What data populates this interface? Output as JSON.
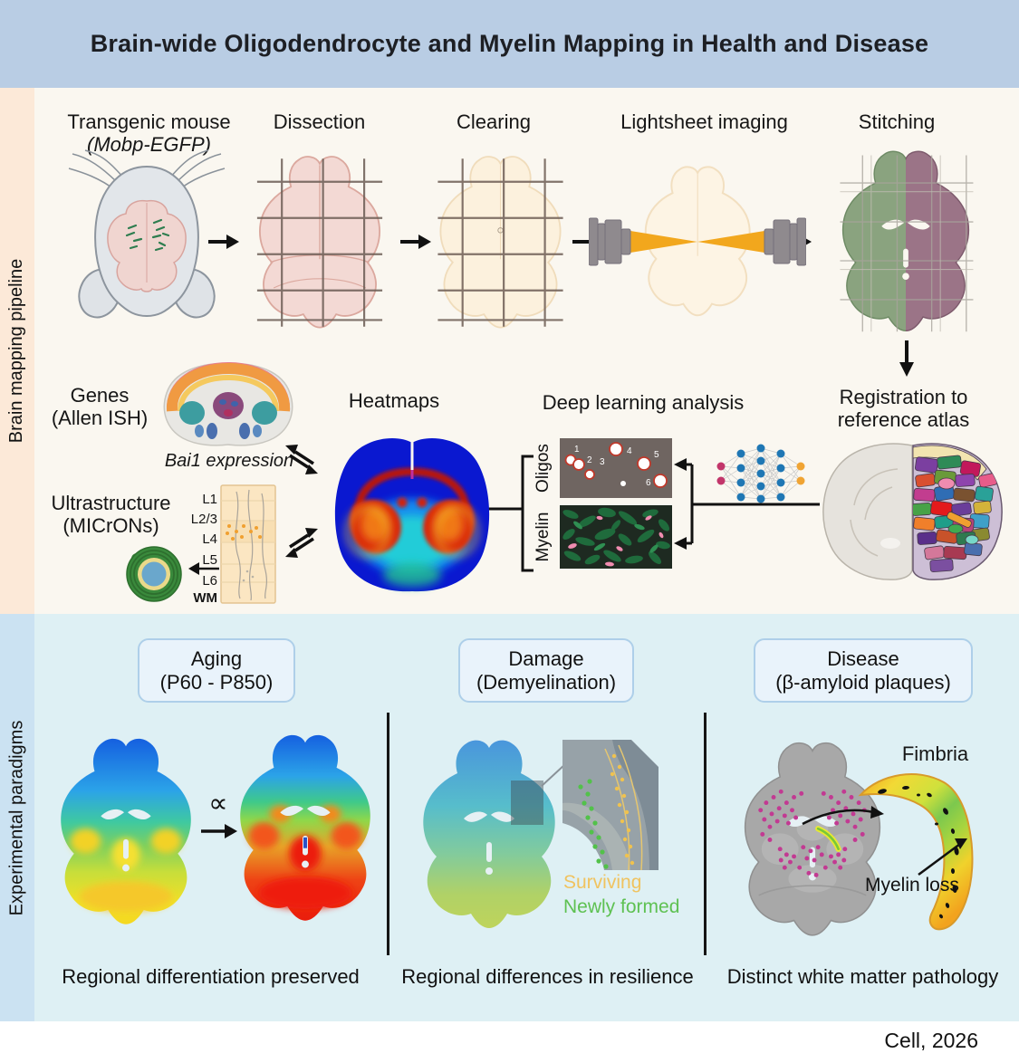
{
  "title": "Brain-wide Oligodendrocyte and Myelin Mapping in Health and Disease",
  "pipeline": {
    "sidebar_label": "Brain mapping pipeline",
    "step1_line1": "Transgenic mouse",
    "step1_line2": "(Mobp-EGFP)",
    "step2": "Dissection",
    "step3": "Clearing",
    "step4": "Lightsheet imaging",
    "step5": "Stitching",
    "registration_line1": "Registration to",
    "registration_line2": "reference atlas",
    "deep_learning_label": "Deep learning analysis",
    "oligos_label": "Oligos",
    "myelin_label": "Myelin",
    "oligo_numbers": [
      "1",
      "2",
      "3",
      "4",
      "5",
      "6"
    ],
    "heatmaps_label": "Heatmaps",
    "genes_line1": "Genes",
    "genes_line2": "(Allen ISH)",
    "gene_caption": "Bai1 expression",
    "ultra_line1": "Ultrastructure",
    "ultra_line2": "(MICrONs)",
    "layers": [
      "L1",
      "L2/3",
      "L4",
      "L5",
      "L6",
      "WM"
    ]
  },
  "paradigms": {
    "sidebar_label": "Experimental paradigms",
    "aging": {
      "header1": "Aging",
      "header2": "(P60 - P850)",
      "symbol": "∝",
      "caption": "Regional differentiation preserved"
    },
    "damage": {
      "header1": "Damage",
      "header2": "(Demyelination)",
      "legend_surviving": "Surviving",
      "legend_newly": "Newly formed",
      "caption": "Regional differences in resilience"
    },
    "disease": {
      "header1": "Disease",
      "header2": "(β-amyloid plaques)",
      "fimbria_label": "Fimbria",
      "myelin_loss_label": "Myelin loss",
      "caption": "Distinct white matter pathology"
    }
  },
  "footer": {
    "credit": "Cell, 2026"
  },
  "colors": {
    "banner_bg": "#b9cde4",
    "pipeline_bg": "#faf7f0",
    "pipeline_sidebar_bg": "#fce9d8",
    "paradigms_bg": "#def0f4",
    "paradigms_sidebar_bg": "#cbe2f2",
    "surviving": "#f0c35f",
    "newly_formed": "#5ec152",
    "plaque_dots": "#c23a92"
  }
}
